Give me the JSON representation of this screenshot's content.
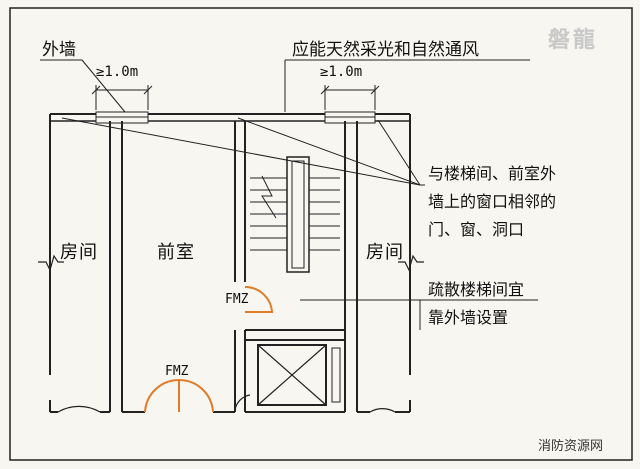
{
  "labels": {
    "exterior_wall": "外墙",
    "natural_light": "应能天然采光和自然通风",
    "adjacent_openings": [
      "与楼梯间、前室外",
      "墙上的窗口相邻的",
      "门、窗、洞口"
    ],
    "evacuation_note": [
      "疏散楼梯间宜",
      "靠外墙设置"
    ],
    "room_left": "房间",
    "anteroom": "前室",
    "room_right": "房间",
    "dimension_left": "≥1.0m",
    "dimension_right": "≥1.0m",
    "fire_door_upper": "FMZ",
    "fire_door_lower": "FMZ"
  },
  "watermark": {
    "logo": "磐龍",
    "source": "消防资源网"
  },
  "colors": {
    "line": "#222222",
    "fire_door": "#e07b2a",
    "background": "#f7f6f1"
  }
}
